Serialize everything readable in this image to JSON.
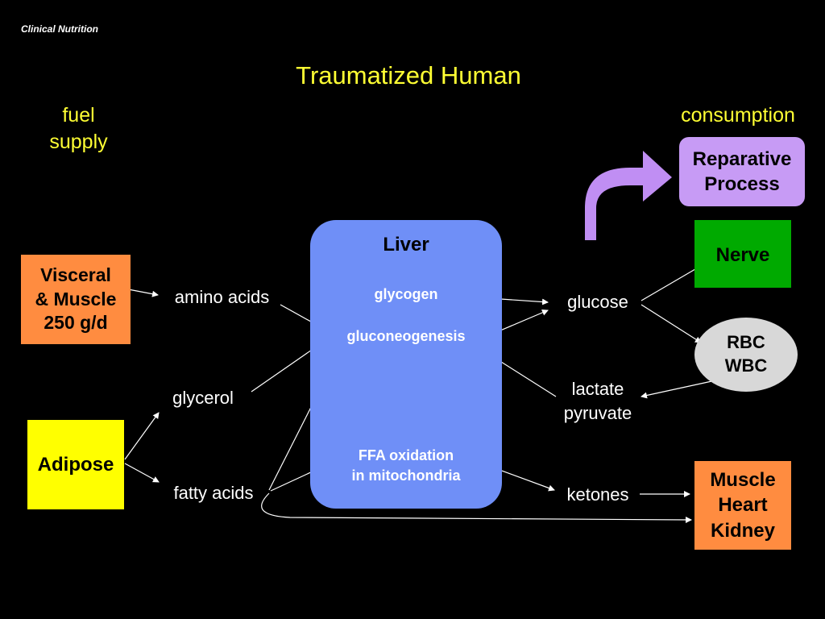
{
  "header": "Clinical Nutrition",
  "title": "Traumatized Human",
  "columns": {
    "supply_line1": "fuel",
    "supply_line2": "supply",
    "consumption": "consumption"
  },
  "sources": {
    "visceral": [
      "Visceral",
      "& Muscle",
      "250 g/d"
    ],
    "adipose": "Adipose"
  },
  "intermediates": {
    "amino_acids": "amino acids",
    "glycerol": "glycerol",
    "fatty_acids": "fatty acids"
  },
  "liver": {
    "title": "Liver",
    "glycogen": "glycogen",
    "gluconeogenesis": "gluconeogenesis",
    "ffa_line1": "FFA oxidation",
    "ffa_line2": "in mitochondria"
  },
  "products": {
    "glucose": "glucose",
    "lactate": "lactate",
    "pyruvate": "pyruvate",
    "ketones": "ketones"
  },
  "consumers": {
    "reparative": [
      "Reparative",
      "Process"
    ],
    "nerve": "Nerve",
    "rbc_wbc": [
      "RBC",
      "WBC"
    ],
    "muscle": [
      "Muscle",
      "Heart",
      "Kidney"
    ]
  },
  "colors": {
    "background": "#000000",
    "title": "#ffff33",
    "orange_box": "#ff8c40",
    "yellow_box": "#ffff00",
    "liver": "#6f8ff7",
    "reparative": "#c79bf5",
    "nerve": "#00aa00",
    "rbc_wbc": "#d8d8d8",
    "purple_arrow": "#c08ef3"
  }
}
